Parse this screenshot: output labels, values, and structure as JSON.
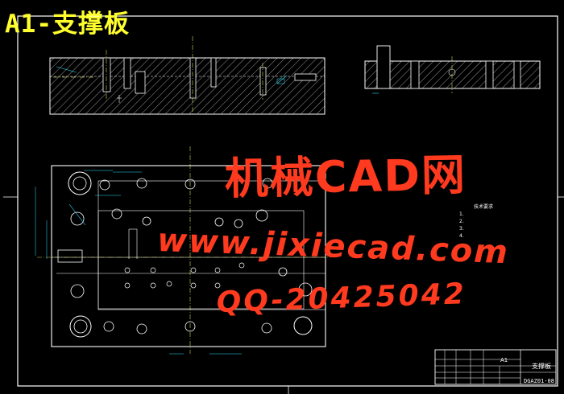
{
  "title": "A1-支撑板",
  "watermark": {
    "line1": "机械CAD网",
    "line2": "www.jixiecad.com",
    "line3": "QQ-20425042"
  },
  "notes": {
    "title": "技术要求",
    "items": [
      "1.",
      "2.",
      "3.",
      "4."
    ]
  },
  "title_block": {
    "part_name": "支撑板",
    "code": "DGAZ01-08",
    "scale": "A1",
    "small_1": "",
    "small_2": ""
  },
  "colors": {
    "background": "#000000",
    "lines": "#ffffff",
    "title": "#ffff2e",
    "watermark": "#ff3a1e",
    "dimension": "#2ee0ff",
    "hatch": "#ff3ab0",
    "center_line": "#ffff66"
  }
}
